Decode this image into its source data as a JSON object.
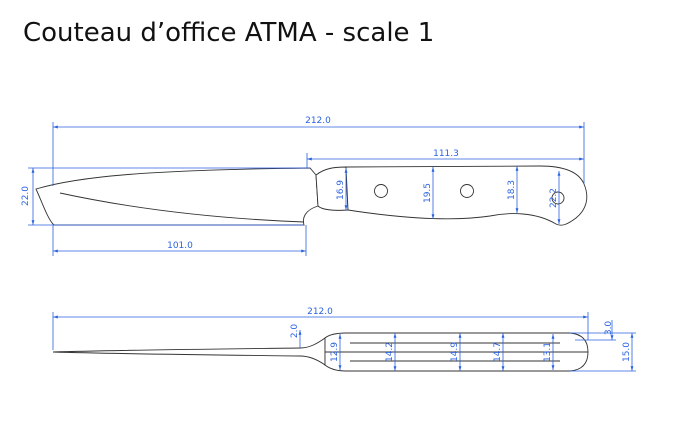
{
  "title": "Couteau d’office ATMA - scale 1",
  "colors": {
    "dimension": "#2b63e0",
    "outline": "#333333"
  },
  "side_view": {
    "total_length": "212.0",
    "handle_length": "111.3",
    "blade_height": "22.0",
    "blade_length": "101.0",
    "bolster_height": "16.9",
    "handle_height_1": "19.5",
    "handle_height_2": "18.3",
    "handle_end_height": "22.2"
  },
  "top_view": {
    "total_length": "212.0",
    "blade_thickness": "2.0",
    "handle_thickness_1": "12.9",
    "handle_thickness_2": "14.2",
    "handle_thickness_3": "14.9",
    "handle_thickness_4": "14.7",
    "handle_thickness_5": "13.1",
    "end_offset": "3.0",
    "end_thickness": "15.0"
  }
}
